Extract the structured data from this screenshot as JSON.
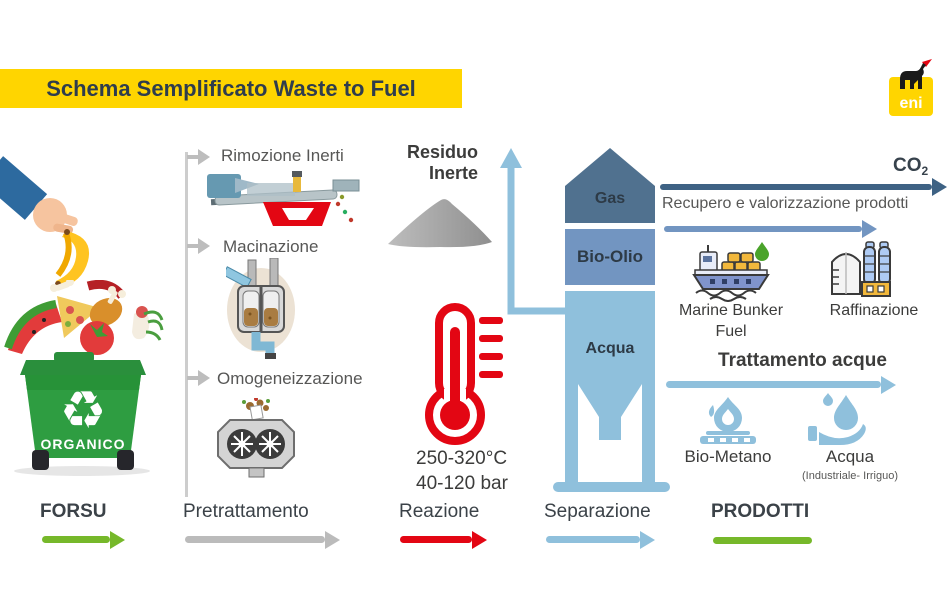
{
  "header": {
    "title": "Schema Semplificato Waste to Fuel",
    "banner_color": "#FFD500"
  },
  "logo": {
    "brand": "eni"
  },
  "forsu": {
    "bin_label": "ORGANICO",
    "recycle_glyph": "♻",
    "bin_color": "#2E9D41"
  },
  "pretreatment": {
    "steps": [
      {
        "label": "Rimozione Inerti",
        "icon": "inert-removal-machine-icon"
      },
      {
        "label": "Macinazione",
        "icon": "grinder-machine-icon"
      },
      {
        "label": "Omogeneizzazione",
        "icon": "homogenizer-machine-icon"
      }
    ]
  },
  "reaction": {
    "residue_line1": "Residuo",
    "residue_line2": "Inerte",
    "temperature": "250-320°C",
    "pressure": "40-120 bar",
    "thermometer_color": "#E30613"
  },
  "separation": {
    "sections": [
      {
        "label": "Gas",
        "color": "#50718F"
      },
      {
        "label": "Bio-Olio",
        "color": "#7295C1"
      },
      {
        "label": "Acqua",
        "color": "#8FC0DC"
      }
    ]
  },
  "products": {
    "co2": {
      "text": "CO",
      "sub": "2"
    },
    "recovery_note": "Recupero e valorizzazione prodotti",
    "marine_bunker_fuel": {
      "line1": "Marine Bunker",
      "line2": "Fuel"
    },
    "refining": "Raffinazione",
    "water_treatment": "Trattamento acque",
    "biomethane": "Bio-Metano",
    "water": {
      "label": "Acqua",
      "sublabel": "(Industriale- Irriguo)"
    }
  },
  "stages": [
    {
      "label": "FORSU",
      "arrow_color": "#76B82A"
    },
    {
      "label": "Pretrattamento",
      "arrow_color": "#BBBBBB"
    },
    {
      "label": "Reazione",
      "arrow_color": "#E30613"
    },
    {
      "label": "Separazione",
      "arrow_color": "#8FC0DC"
    },
    {
      "label": "PRODOTTI",
      "arrow_color": "#76B82A"
    }
  ],
  "colors": {
    "navy_arrow": "#3E6284",
    "medium_blue_arrow": "#7295C1",
    "light_blue": "#8FC0DC",
    "rail_gray": "#CDCDCD"
  }
}
